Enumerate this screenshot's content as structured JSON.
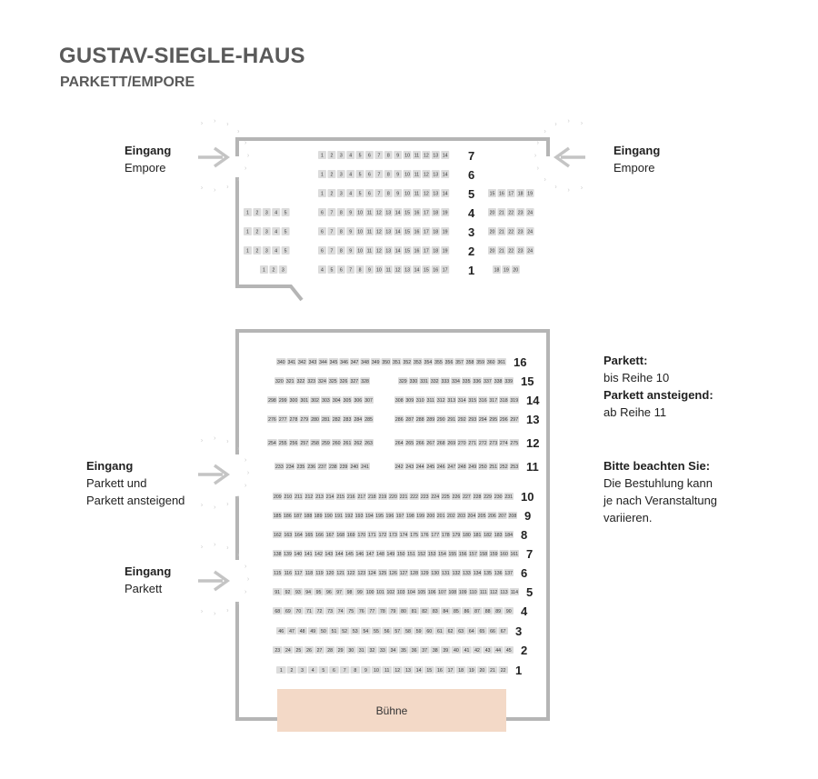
{
  "header": {
    "title": "GUSTAV-SIEGLE-HAUS",
    "subtitle": "PARKETT/EMPORE"
  },
  "entrances": {
    "empore_left": {
      "title": "Eingang",
      "sub": "Empore"
    },
    "empore_right": {
      "title": "Eingang",
      "sub": "Empore"
    },
    "parkett_mixed": {
      "title": "Eingang",
      "sub1": "Parkett und",
      "sub2": "Parkett ansteigend"
    },
    "parkett": {
      "title": "Eingang",
      "sub": "Parkett"
    }
  },
  "info": {
    "parkett_title": "Parkett:",
    "parkett_text": "bis Reihe 10",
    "ansteigend_title": "Parkett ansteigend:",
    "ansteigend_text": "ab Reihe 11",
    "notice_title": "Bitte beachten Sie:",
    "notice_lines": [
      "Die Bestuhlung kann",
      "je nach Veranstaltung",
      "variieren."
    ]
  },
  "stage_label": "Bühne",
  "colors": {
    "wall": "#b5b5b5",
    "seat_fill": "#dcdcdc",
    "stage_fill": "#f3d9c7",
    "title_gray": "#5a5a5a",
    "arrow_gray": "#c4c4c4"
  },
  "empore": {
    "rows": [
      {
        "row": "7",
        "blocks": [
          {
            "range": [
              1,
              14
            ]
          }
        ]
      },
      {
        "row": "6",
        "blocks": [
          {
            "range": [
              1,
              14
            ]
          }
        ]
      },
      {
        "row": "5",
        "blocks": [
          {
            "range": [
              1,
              14
            ]
          },
          {
            "range": [
              15,
              19
            ]
          }
        ]
      },
      {
        "row": "4",
        "blocks": [
          {
            "range": [
              1,
              5
            ]
          },
          {
            "range": [
              6,
              19
            ]
          },
          {
            "range": [
              20,
              24
            ]
          }
        ]
      },
      {
        "row": "3",
        "blocks": [
          {
            "range": [
              1,
              5
            ]
          },
          {
            "range": [
              6,
              19
            ]
          },
          {
            "range": [
              20,
              24
            ]
          }
        ]
      },
      {
        "row": "2",
        "blocks": [
          {
            "range": [
              1,
              5
            ]
          },
          {
            "range": [
              6,
              19
            ]
          },
          {
            "range": [
              20,
              24
            ]
          }
        ]
      },
      {
        "row": "1",
        "blocks": [
          {
            "range": [
              1,
              3
            ]
          },
          {
            "range": [
              4,
              17
            ]
          },
          {
            "range": [
              18,
              20
            ]
          }
        ]
      }
    ]
  },
  "parkett": {
    "rows": [
      {
        "row": "16",
        "blocks": [
          {
            "range": [
              340,
              361
            ]
          }
        ]
      },
      {
        "row": "15",
        "blocks": [
          {
            "range": [
              320,
              328
            ]
          },
          {
            "range": [
              329,
              339
            ]
          }
        ]
      },
      {
        "row": "14",
        "blocks": [
          {
            "range": [
              298,
              307
            ]
          },
          {
            "range": [
              308,
              319
            ]
          }
        ]
      },
      {
        "row": "13",
        "blocks": [
          {
            "range": [
              276,
              285
            ]
          },
          {
            "range": [
              286,
              297
            ]
          }
        ]
      },
      {
        "row": "12",
        "blocks": [
          {
            "range": [
              254,
              263
            ]
          },
          {
            "range": [
              264,
              275
            ]
          }
        ]
      },
      {
        "row": "11",
        "blocks": [
          {
            "range": [
              233,
              241
            ]
          },
          {
            "range": [
              242,
              253
            ]
          }
        ]
      },
      {
        "row": "10",
        "blocks": [
          {
            "range": [
              209,
              231
            ]
          }
        ]
      },
      {
        "row": "9",
        "blocks": [
          {
            "range": [
              185,
              208
            ]
          }
        ]
      },
      {
        "row": "8",
        "blocks": [
          {
            "range": [
              162,
              184
            ]
          }
        ]
      },
      {
        "row": "7",
        "blocks": [
          {
            "range": [
              138,
              161
            ]
          }
        ]
      },
      {
        "row": "6",
        "blocks": [
          {
            "range": [
              115,
              137
            ]
          }
        ]
      },
      {
        "row": "5",
        "blocks": [
          {
            "range": [
              91,
              114
            ]
          }
        ]
      },
      {
        "row": "4",
        "blocks": [
          {
            "range": [
              68,
              90
            ]
          }
        ]
      },
      {
        "row": "3",
        "blocks": [
          {
            "range": [
              46,
              67
            ]
          }
        ]
      },
      {
        "row": "2",
        "blocks": [
          {
            "range": [
              23,
              45
            ]
          }
        ]
      },
      {
        "row": "1",
        "blocks": [
          {
            "range": [
              1,
              22
            ]
          }
        ]
      }
    ]
  }
}
